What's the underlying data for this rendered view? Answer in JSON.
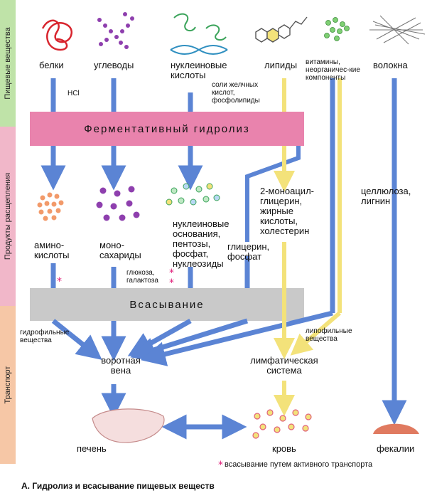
{
  "sidebar": {
    "nutrients": "Пищевые вещества",
    "products": "Продукты расщепления",
    "transport": "Транспорт"
  },
  "nutrients": {
    "proteins": "белки",
    "carbs": "углеводы",
    "nucleic": "нуклеиновые кислоты",
    "lipids": "липиды",
    "vitamins": "витамины, неорганичес-кие компоненты",
    "fibers": "волокна"
  },
  "notes": {
    "hcl": "HCl",
    "bile": "соли желчных кислот, фосфолипиды",
    "glucose": "глюкоза, галактоза",
    "hydrophilic": "гидрофильные вещества",
    "lipophilic": "липофильные вещества"
  },
  "bands": {
    "hydrolysis": "Ферментативный гидролиз",
    "absorption": "Всасывание"
  },
  "products": {
    "amino": "амино-кислоты",
    "mono": "моно-сахариды",
    "nucleobases": "нуклеиновые основания, пентозы, фосфат, нуклеозиды",
    "glycerol": "глицерин, фосфат",
    "monoacyl": "2-моноацил-глицерин, жирные кислоты, холестерин",
    "cellulose": "целлюлоза, лигнин"
  },
  "transport": {
    "portal": "воротная вена",
    "lymph": "лимфатическая система",
    "liver": "печень",
    "blood": "кровь",
    "feces": "фекалии"
  },
  "footnote": "всасывание путем активного транспорта",
  "caption": "А. Гидролиз и всасывание пищевых веществ",
  "colors": {
    "arrow_blue": "#5b84d4",
    "arrow_yellow": "#f3e27a",
    "hydrolysis_band": "#e983ad",
    "absorption_band": "#c9c9c9",
    "star": "#e0207a"
  }
}
